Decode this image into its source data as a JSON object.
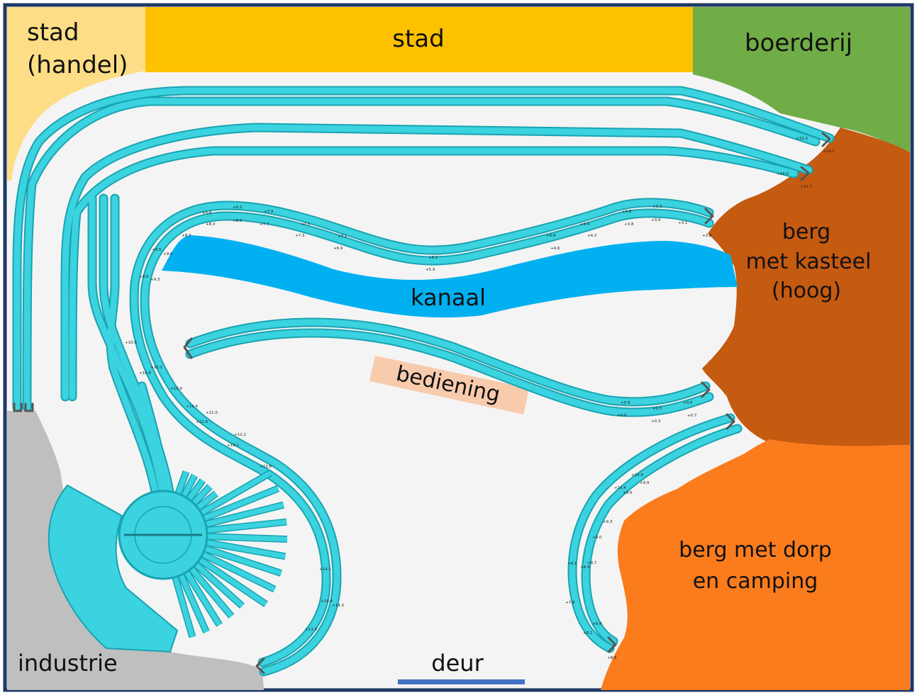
{
  "zones": {
    "stad_handel": "stad\n(handel)",
    "stad": "stad",
    "boerderij": "boerderij",
    "berg_kasteel": "berg\nmet kasteel\n(hoog)",
    "kanaal": "kanaal",
    "bediening": "bediening",
    "berg_dorp": "berg met dorp\nen camping",
    "industrie": "industrie",
    "deur": "deur"
  },
  "colors": {
    "frame": "#1f3864",
    "floor": "#f4f4f4",
    "track": "#3ad3df",
    "track_edge": "#1aa3b1",
    "stad_handel": "#fddd85",
    "stad": "#fdc100",
    "boerderij": "#70ad47",
    "berg_kasteel": "#c55a11",
    "kanaal": "#00b0f0",
    "bediening": "#f8cbad",
    "berg_dorp": "#fb7c1d",
    "industrie": "#bfbfbf",
    "deur": "#4472c4"
  },
  "height_marks": {
    "top_loop_upper": [
      "+5.6",
      "+6.2",
      "+7.9",
      "+7.5",
      "+7.1",
      "+6.1",
      "+4.8",
      "+4.4",
      "+3.8",
      "+3.3"
    ],
    "top_loop_lower": [
      "+8.7",
      "+8.3",
      "+8.0",
      "+7.7",
      "+7.3",
      "+6.9",
      "+5.9",
      "+4.6",
      "+4.2",
      "+3.8",
      "+3.4",
      "+3.1",
      "+2.8"
    ],
    "staging": [
      "+15.0",
      "+14.7",
      "+15.0",
      "+14.7"
    ],
    "left_helix": [
      "+8.5",
      "+9.0",
      "+9.3",
      "+9.6",
      "+10.0",
      "+10.2",
      "+10.6",
      "+10.9",
      "+11.0",
      "+11.4",
      "+11.8",
      "+12.2",
      "+13.1",
      "+13.6",
      "+14.1",
      "+14.4",
      "+14.3",
      "+13.9"
    ],
    "middle_loop": [
      "+0.9",
      "+0.5",
      "+0.6",
      "+0.7",
      "+0.3",
      "+0.0"
    ],
    "right_helix": [
      "+10.8",
      "+10.4",
      "+9.9",
      "+9.6",
      "+9.3",
      "+9.0",
      "+8.7",
      "+8.4",
      "+8.1",
      "+7.8",
      "+8.4",
      "+8.1",
      "+8.8"
    ]
  }
}
